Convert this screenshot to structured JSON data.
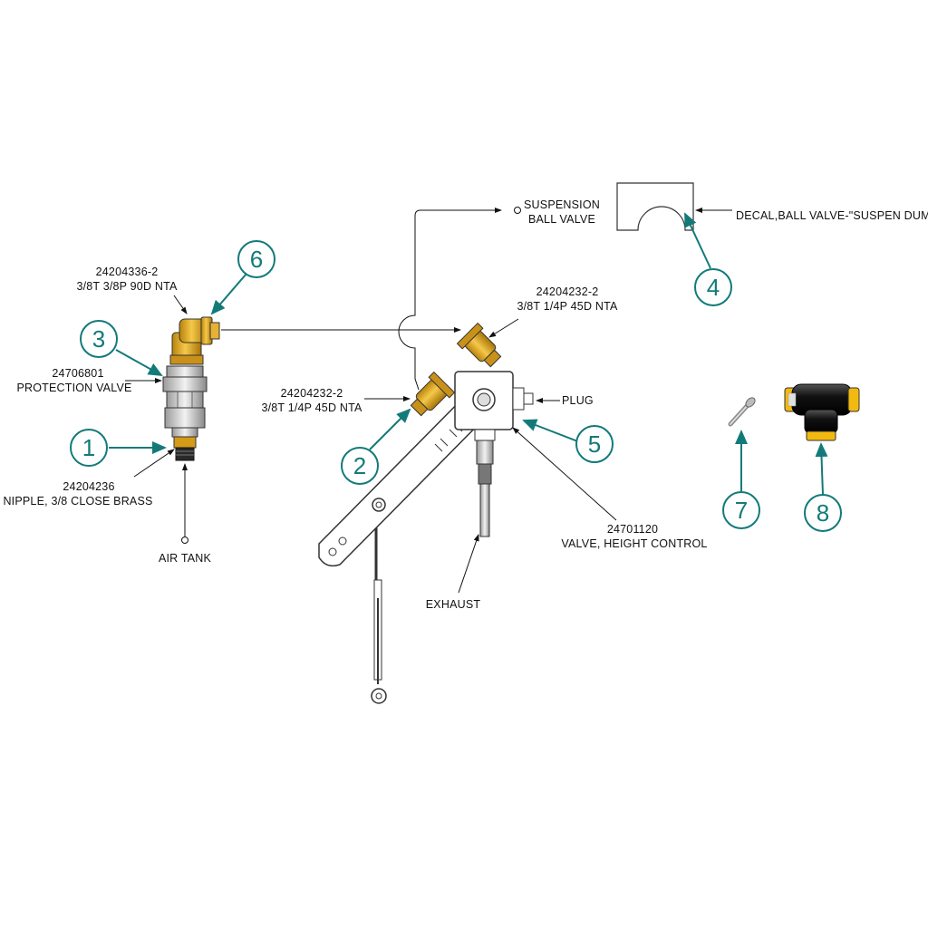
{
  "labels": {
    "part6_number": "24204336-2",
    "part6_desc": "3/8T 3/8P 90D NTA",
    "part3_number": "24706801",
    "part3_desc": "PROTECTION VALVE",
    "part1_number": "24204236",
    "part1_desc": "NIPPLE, 3/8 CLOSE BRASS",
    "air_tank": "AIR TANK",
    "suspension_1": "SUSPENSION",
    "suspension_2": "BALL VALVE",
    "decal": "DECAL,BALL VALVE-\"SUSPEN DUMP\"",
    "fitting_upper_number": "24204232-2",
    "fitting_upper_desc": "3/8T 1/4P 45D NTA",
    "fitting_left_number": "24204232-2",
    "fitting_left_desc": "3/8T 1/4P 45D NTA",
    "plug": "PLUG",
    "part5_number": "24701120",
    "part5_desc": "VALVE, HEIGHT CONTROL",
    "exhaust": "EXHAUST"
  },
  "bubbles": {
    "b1": "1",
    "b2": "2",
    "b3": "3",
    "b4": "4",
    "b5": "5",
    "b6": "6",
    "b7": "7",
    "b8": "8"
  },
  "colors": {
    "callout_teal": "#137a7a",
    "brass": "#e0a81c",
    "nylon_black": "#1a1a1a",
    "nylon_yellow": "#f2b90f"
  }
}
